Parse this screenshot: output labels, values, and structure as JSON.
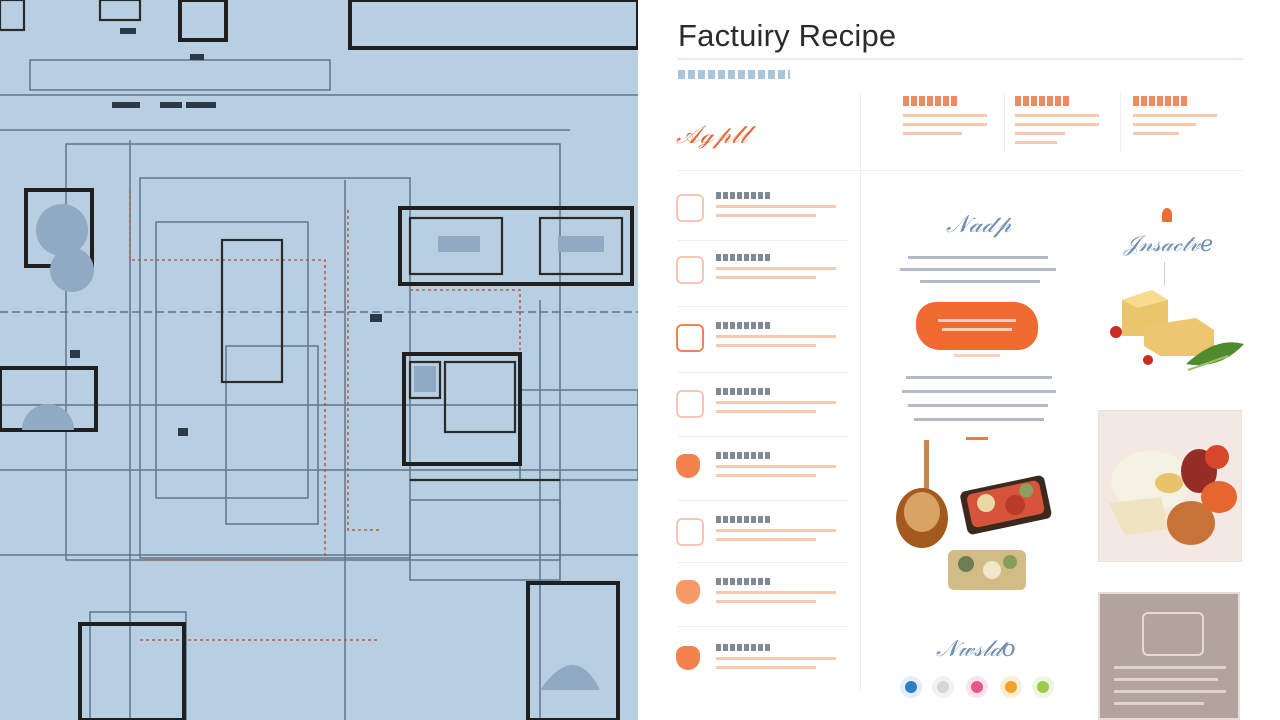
{
  "recipe": {
    "title": "Factuiry Recipe"
  },
  "colors": {
    "blueprint_bg": "#b7cfe0",
    "accent_orange": "#f06a32",
    "script_blue": "#6f8fb0"
  },
  "icons": [
    "step-icon-leaf",
    "step-icon-stack",
    "step-icon-folder",
    "step-icon-hand",
    "step-icon-badge",
    "step-icon-cup",
    "step-icon-flame",
    "step-icon-shield",
    "chef-tag-icon",
    "dot-icon-blue",
    "dot-icon-gray",
    "dot-icon-pink",
    "dot-icon-orange",
    "dot-icon-green"
  ]
}
